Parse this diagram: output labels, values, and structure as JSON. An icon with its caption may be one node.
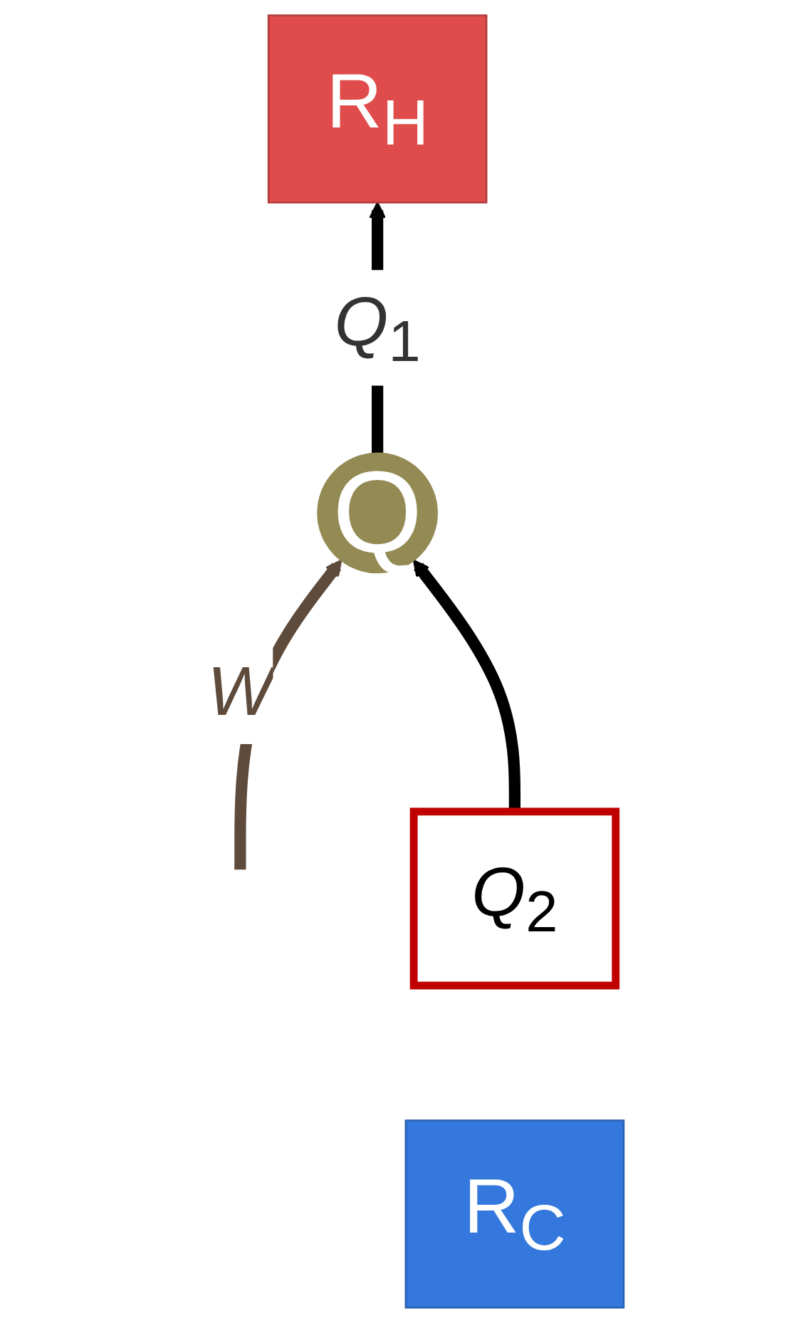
{
  "diagram": {
    "nodes": [
      {
        "text": [
          "R$_{H}$"
        ]
      },
      {
        "text": [
          "Q"
        ]
      },
      {
        "text": [
          "R$_{C}$"
        ]
      },
      {
        "text": [
          "*Q*$_{2}$"
        ]
      }
    ],
    "edges": [
      {
        "from": null,
        "to": 1,
        "arrow": "to",
        "label": "*W*",
        "color": "#5e4b3c"
      },
      {
        "from": 1,
        "to": 0,
        "arrow": "to",
        "label": "*Q*$_{1}$"
      },
      {
        "from": 3,
        "to": 1,
        "arrow": "to"
      }
    ]
  }
}
